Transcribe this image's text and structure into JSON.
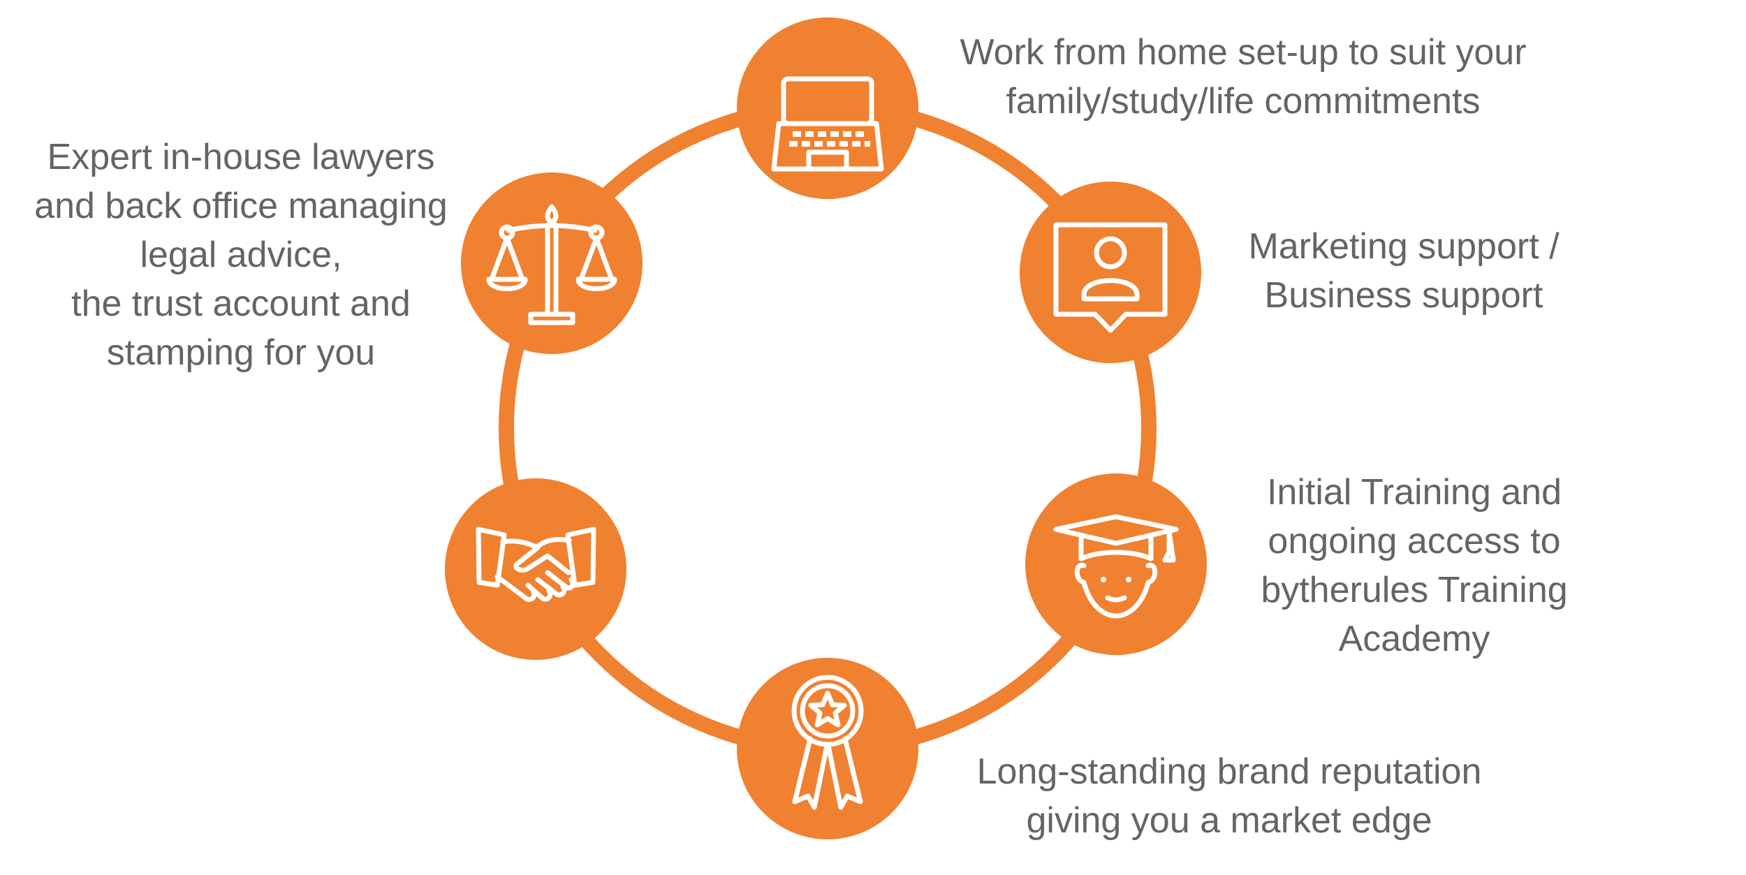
{
  "colors": {
    "accent": "#F08130",
    "text": "#646466",
    "icon": "#ffffff"
  },
  "nodes": [
    {
      "id": "work-from-home",
      "icon": "laptop-icon",
      "lines": [
        "Work from home set-up to suit your",
        "family/study/life commitments"
      ]
    },
    {
      "id": "marketing",
      "icon": "profile-chat-icon",
      "lines": [
        "Marketing support /",
        "Business support"
      ]
    },
    {
      "id": "training",
      "icon": "graduate-icon",
      "lines": [
        "Initial Training and",
        "ongoing access to",
        "bytherules Training",
        "Academy"
      ]
    },
    {
      "id": "brand",
      "icon": "award-ribbon-icon",
      "lines": [
        "Long-standing brand reputation",
        "giving you a market edge"
      ]
    },
    {
      "id": "partnership",
      "icon": "handshake-icon",
      "lines": []
    },
    {
      "id": "legal",
      "icon": "scales-of-justice-icon",
      "lines": [
        "Expert in-house lawyers",
        "and back office managing",
        "legal advice,",
        "the trust account and",
        "stamping for you"
      ]
    }
  ]
}
